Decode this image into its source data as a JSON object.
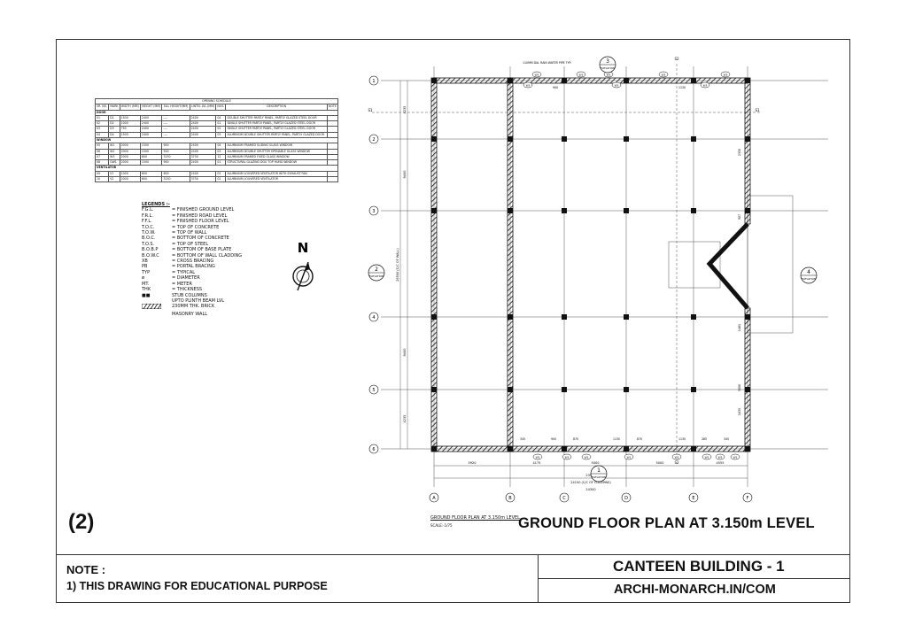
{
  "sheet_number": "(2)",
  "drawing_title": "GROUND FLOOR PLAN AT 3.150m LEVEL",
  "plan_label": "GROUND FLOOR PLAN AT 3.150m LEVEL",
  "plan_scale": "SCALE:-1/75",
  "note": {
    "heading": "NOTE :",
    "line1": "1) THIS DRAWING FOR EDUCATIONAL PURPOSE"
  },
  "title_block": {
    "project": "CANTEEN BUILDING - 1",
    "website": "ARCHI-MONARCH.IN/COM"
  },
  "north_label": "N",
  "schedule": {
    "title": "OPENING SCHEDULE",
    "headers": [
      "SR. NO.",
      "MARK",
      "WIDTH (MM)",
      "HEIGHT (MM)",
      "SILL HEIGHT(MM)",
      "LINTEL LVL.(MM)",
      "NOS.",
      "DESCRIPTION",
      "NOTE"
    ],
    "sections": [
      {
        "name": "DOOR",
        "rows": [
          [
            "01",
            "D1",
            "1500",
            "2400",
            "----",
            "2400",
            "04",
            "DOUBLE SHUTTER PARTLY PANEL, PARTLY GLAZED STEEL DOOR",
            ""
          ],
          [
            "02",
            "D2",
            "1000",
            "2400",
            "----",
            "2400",
            "01",
            "SINGLE SHUTTER PARTLY PANEL, PARTLY GLAZED STEEL DOOR",
            ""
          ],
          [
            "03",
            "D3",
            "750",
            "2400",
            "----",
            "2400",
            "02",
            "SINGLE SHUTTER PARTLY PANEL, PARTLY GLAZED STEEL DOOR",
            ""
          ],
          [
            "04",
            "D4",
            "1500",
            "2400",
            "----",
            "2400",
            "03",
            "ALUMINIUM DOUBLE SHUTTER PARTLY PANEL, PARTLY GLAZED DOOR",
            ""
          ]
        ]
      },
      {
        "name": "WINDOW",
        "rows": [
          [
            "05",
            "W1",
            "2000",
            "1500",
            "900",
            "2400",
            "04",
            "ALUMINIUM FRAMED SLIDING GLASS WINDOW",
            ""
          ],
          [
            "06",
            "W2",
            "2000",
            "1500",
            "500",
            "2400",
            "03",
            "ALUMINIUM DOUBLE SHUTTER OPENABLE GLASS WINDOW",
            ""
          ],
          [
            "07",
            "W3",
            "2000",
            "600",
            "3150",
            "3750",
            "12",
            "ALUMINIUM FRAMED FIXED GLASS WINDOW",
            ""
          ],
          [
            "08",
            "GW1",
            "2000",
            "1500",
            "900",
            "2400",
            "01",
            "STRUCTURAL GLAZING DGU TOP HUNG WINDOW",
            ""
          ]
        ]
      },
      {
        "name": "VENTILATOR",
        "rows": [
          [
            "09",
            "V1",
            "1000",
            "600",
            "600",
            "2400",
            "02",
            "ALUMINIUM LOUVERED VENTILATOR WITH EXHAUST FAN",
            ""
          ],
          [
            "10",
            "V2",
            "2000",
            "600",
            "3150",
            "3750",
            "02",
            "ALUMINIUM LOUVERED VENTILATOR",
            ""
          ]
        ]
      }
    ]
  },
  "legend": {
    "title": "LEGENDS :-",
    "items": [
      [
        "F.G.L.",
        "= FINISHED GROUND LEVEL"
      ],
      [
        "F.R.L.",
        "= FINISHED ROAD LEVEL"
      ],
      [
        "F.F.L.",
        "= FINISHED FLOOR LEVEL"
      ],
      [
        "T.O.C.",
        "= TOP OF CONCRETE"
      ],
      [
        "T.O.W.",
        "= TOP OF WALL"
      ],
      [
        "B.O.C.",
        "= BOTTOM OF CONCRETE"
      ],
      [
        "T.O.S.",
        "= TOP OF STEEL"
      ],
      [
        "B.O.B.P",
        "= BOTTOM OF BASE PLATE"
      ],
      [
        "B.O.W.C",
        "= BOTTOM OF WALL CLADDING"
      ],
      [
        "XB",
        "= CROSS BRACING"
      ],
      [
        "PB",
        "= PORTAL BRACING"
      ],
      [
        "TYP",
        "= TYPICAL"
      ],
      [
        "ø",
        "= DIAMETER"
      ],
      [
        "MT.",
        "= METER"
      ],
      [
        "THK",
        "= THICKNESS"
      ]
    ],
    "stub_mark": "■■",
    "stub_text": "STUB COLUMNS",
    "stub_text2": "UPTO PLINTH BEAM LVL",
    "wall_text": "230MM THK. BRICK",
    "wall_text2": "MASONRY WALL"
  },
  "grid": {
    "rows": [
      "1",
      "2",
      "3",
      "4",
      "5",
      "6"
    ],
    "cols": [
      "A",
      "B",
      "C",
      "D",
      "E",
      "F"
    ]
  },
  "elevation_tags": [
    {
      "num": "1",
      "label": "ELEVATION"
    },
    {
      "num": "2",
      "label": "ELEVATION"
    },
    {
      "num": "3",
      "label": "ELEVATION"
    },
    {
      "num": "4",
      "label": "ELEVATION"
    }
  ],
  "section_marks": [
    "S1",
    "S1",
    "S2",
    "S2"
  ],
  "dimensions": {
    "bays": [
      "5920",
      "4175",
      "5000",
      "5000",
      "4555"
    ],
    "overall": "23950",
    "overall_cc": "24150 (C/C OF COLUMNS)",
    "overall_outer": "24300",
    "rows_left": [
      "4235",
      "9400",
      "9400",
      "4235"
    ],
    "overall_vertical": "26500 (C/C OF WALL)",
    "right_side": [
      "2350",
      "907",
      "1461",
      "3000",
      "1835"
    ],
    "openings_top": [
      "900",
      "1130"
    ],
    "openings_bottom": [
      "345",
      "900",
      "870",
      "1130",
      "870",
      "1130",
      "285",
      "345"
    ],
    "rain_water_note": "110MM DIA. RAIN WATER PIPE TYP."
  },
  "tags_top": [
    "W3",
    "W3",
    "W3",
    "W3",
    "W3",
    "W3",
    "W3",
    "W3"
  ],
  "tags_bottom": [
    "W3",
    "W3",
    "W3",
    "W3",
    "W3",
    "W3",
    "W3",
    "W3"
  ]
}
